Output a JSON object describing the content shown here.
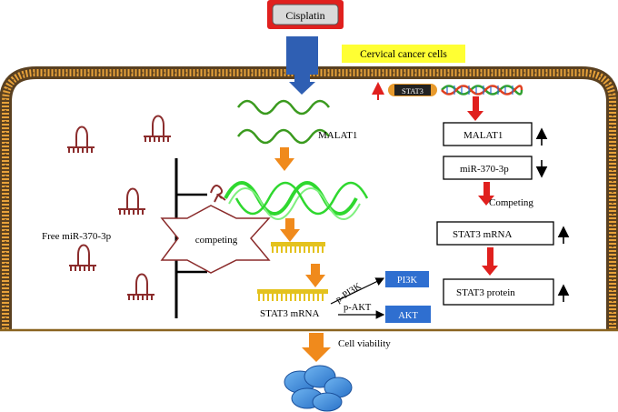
{
  "drug": {
    "label": "Cisplatin"
  },
  "cell": {
    "label": "Cervical cancer cells"
  },
  "molecules": {
    "malat1": "MALAT1",
    "free_mirna": "Free miR-370-3p",
    "competing": "competing",
    "stat3_mrna": "STAT3 mRNA",
    "stat3_gene": "STAT3",
    "p_pi3k": "p-PI3K",
    "p_akt": "p-AKT",
    "pi3k": "PI3K",
    "akt": "AKT"
  },
  "outcome": {
    "label": "Cell viability"
  },
  "summary": {
    "malat1": "MALAT1",
    "mirna": "miR-370-3p",
    "competing": "Competing",
    "stat3_mrna": "STAT3 mRNA",
    "stat3_protein": "STAT3 protein"
  },
  "colors": {
    "drug_fill": "#d9d9d9",
    "drug_border": "#e0201e",
    "cell_label_bg": "#ffff33",
    "membrane_brown": "#5a4020",
    "membrane_orange": "#e8a23a",
    "blue_arrow": "#2f5fb3",
    "orange_arrow": "#f08a1c",
    "red_arrow": "#e0201e",
    "malat1_wave": "#3a9a1e",
    "bright_wave": "#2fd82f",
    "mirna": "#8b2c2c",
    "mrna": "#e4c21e",
    "kinase_box": "#2f6fd0",
    "cell_blob": "#3b8ee0"
  }
}
